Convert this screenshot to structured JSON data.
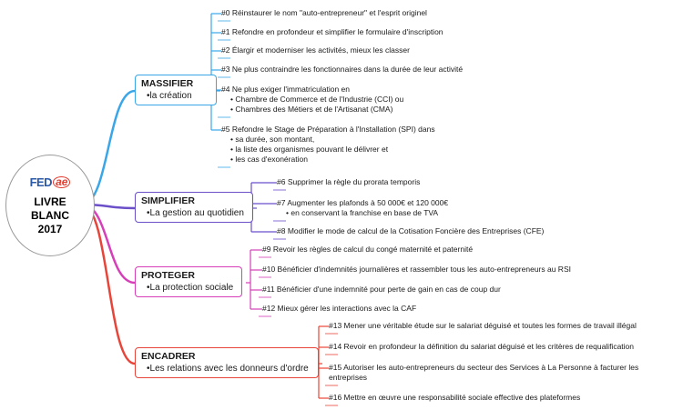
{
  "center": {
    "title_line1": "LIVRE",
    "title_line2": "BLANC",
    "title_line3": "2017",
    "logo_text": "FED",
    "logo_mark": "ae"
  },
  "branches": [
    {
      "title": "MASSIFIER",
      "subtitle": "•la création",
      "color": "#3aa6e8",
      "leaves": [
        {
          "lines": [
            "#0 Réinstaurer le nom \"auto-entrepreneur\" et l'esprit originel"
          ]
        },
        {
          "lines": [
            "#1 Refondre en profondeur et simplifier le formulaire d'inscription"
          ]
        },
        {
          "lines": [
            "#2 Élargir et moderniser les activités, mieux les classer"
          ]
        },
        {
          "lines": [
            "#3 Ne plus contraindre les fonctionnaires dans la durée de leur activité"
          ]
        },
        {
          "lines": [
            "#4 Ne plus exiger l'immatriculation en",
            "• Chambre de Commerce et de l'Industrie (CCI) ou",
            "• Chambres des Métiers et de l'Artisanat (CMA)"
          ]
        },
        {
          "lines": [
            "#5 Refondre le Stage de Préparation à l'Installation (SPI) dans",
            "• sa durée, son montant,",
            "• la liste des organismes pouvant le délivrer et",
            "• les cas d'exonération"
          ]
        }
      ]
    },
    {
      "title": "SIMPLIFIER",
      "subtitle": "•La gestion au quotidien",
      "color": "#6a4fc9",
      "leaves": [
        {
          "lines": [
            "#6 Supprimer la règle du prorata temporis"
          ]
        },
        {
          "lines": [
            "#7 Augmenter les plafonds à 50 000€ et 120 000€",
            "• en conservant la franchise en base de TVA"
          ]
        },
        {
          "lines": [
            "#8 Modifier le mode de calcul de la Cotisation Foncière des Entreprises (CFE)"
          ]
        }
      ]
    },
    {
      "title": "PROTEGER",
      "subtitle": "•La protection sociale",
      "color": "#d63fb7",
      "leaves": [
        {
          "lines": [
            "#9 Revoir les règles de calcul du congé maternité et paternité"
          ]
        },
        {
          "lines": [
            "#10 Bénéficier d'indemnités journalières et rassembler tous les auto-entrepreneurs au RSI"
          ]
        },
        {
          "lines": [
            "#11 Bénéficier d'une indemnité pour perte de gain en cas de coup dur"
          ]
        },
        {
          "lines": [
            "#12 Mieux gérer les interactions avec la CAF"
          ]
        }
      ]
    },
    {
      "title": "ENCADRER",
      "subtitle": "•Les relations avec les donneurs d'ordre",
      "color": "#e8453a",
      "leaves": [
        {
          "lines": [
            "#13 Mener une véritable étude sur le salariat déguisé et toutes les formes de travail illégal"
          ]
        },
        {
          "lines": [
            "#14 Revoir en profondeur la définition du salariat déguisé et les critères de requalification"
          ]
        },
        {
          "lines": [
            "#15 Autoriser les auto-entrepreneurs du secteur des Services à La Personne à facturer les",
            "entreprises"
          ]
        },
        {
          "lines": [
            "#16 Mettre en œuvre une responsabilité sociale effective des plateformes"
          ]
        }
      ]
    }
  ]
}
